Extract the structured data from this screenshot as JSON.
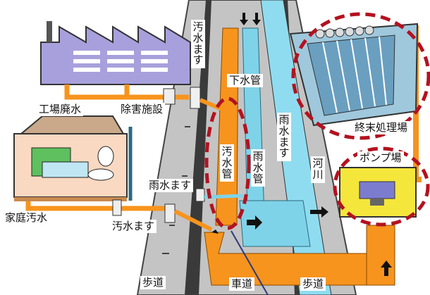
{
  "labels": {
    "factory_waste": "工場廃水",
    "treatment_facility": "除害施設",
    "sewage_inlet_top": "汚水ます",
    "sewer_pipe": "下水管",
    "rain_inlet_middle": "雨水ます",
    "sewage_pipe": "汚水管",
    "rain_pipe": "雨水管",
    "river": "河川",
    "terminal_plant": "終末処理場",
    "pump_station": "ポンプ場",
    "household_waste": "家庭汚水",
    "rain_inlet_left": "雨水ます",
    "sewage_inlet_bottom": "汚水ます",
    "sidewalk_left": "歩道",
    "roadway": "車道",
    "sidewalk_right": "歩道"
  },
  "colors": {
    "sewage_pipe": "#f7941d",
    "rain_pipe": "#7fd3e8",
    "highlight_circle": "#b3121f",
    "factory_wall": "#a8a0dc",
    "house_fill": "#f9d9c2"
  }
}
